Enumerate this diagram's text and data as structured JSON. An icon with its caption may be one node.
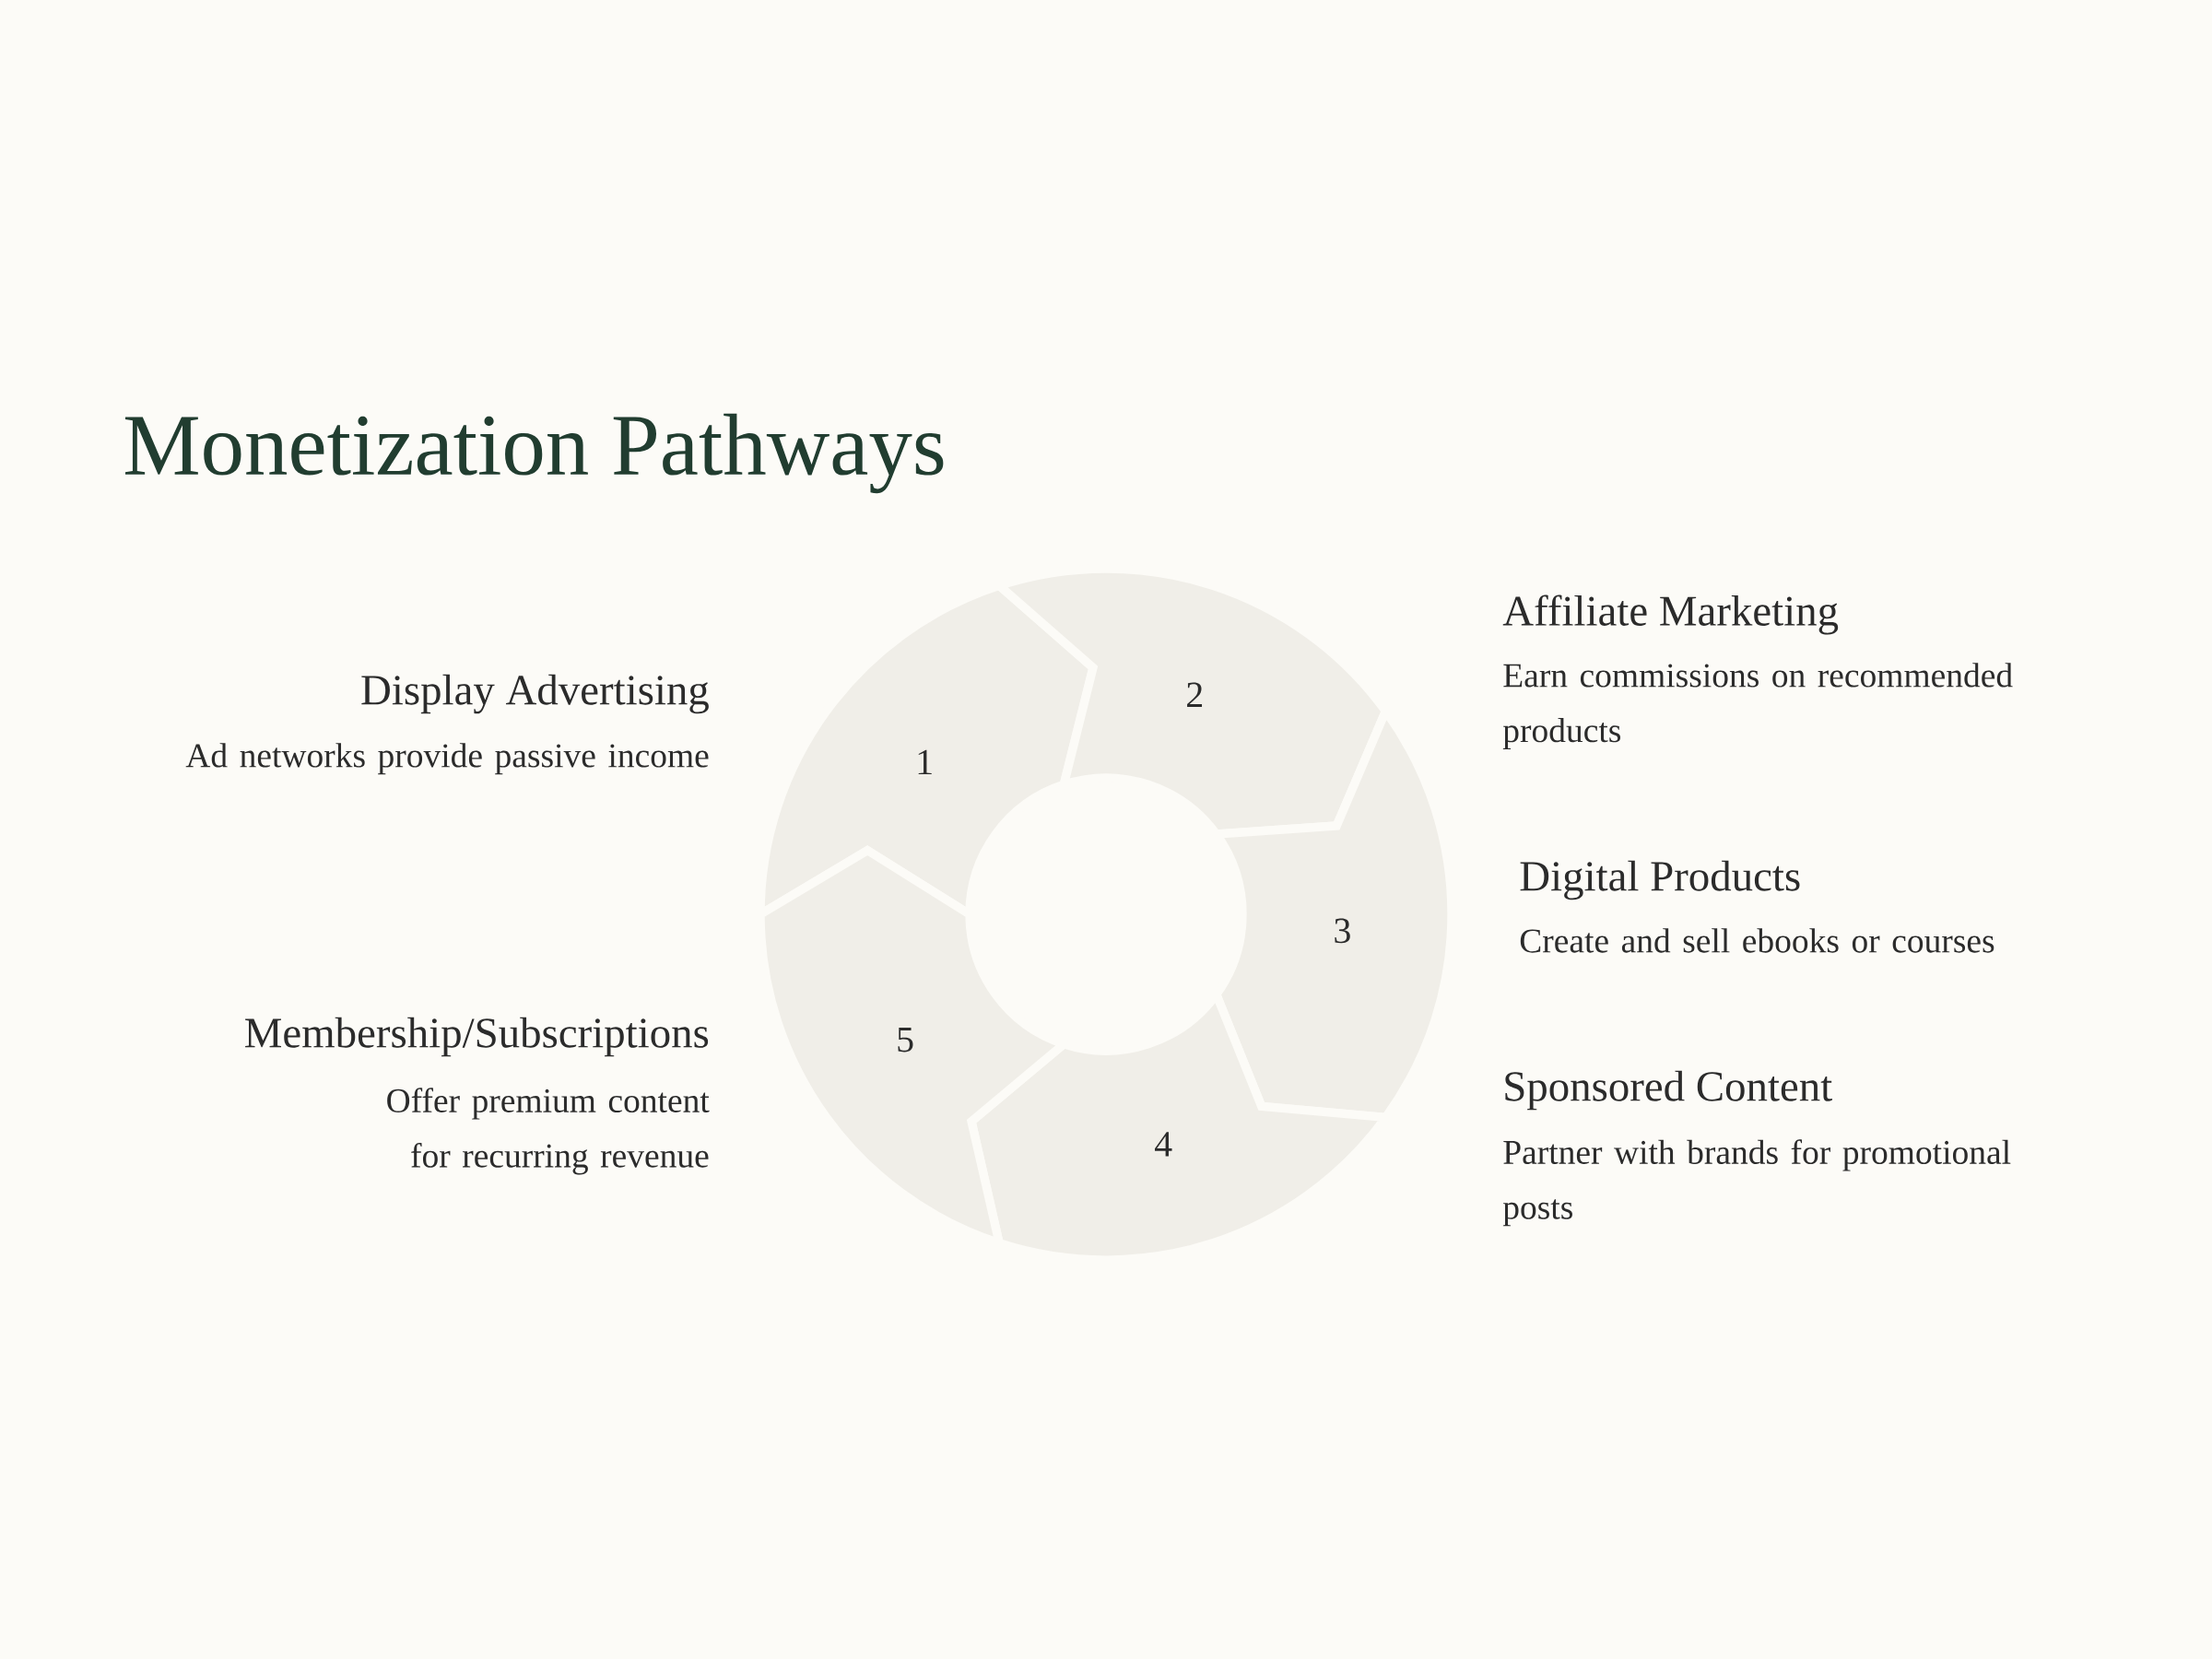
{
  "diagram": {
    "title": "Monetization Pathways",
    "nodes": [
      {
        "text": [
          "1"
        ],
        "beside": [
          "Display Advertising",
          "Ad networks provide passive income"
        ]
      },
      {
        "text": [
          "2"
        ],
        "beside": [
          "Affiliate Marketing",
          "Earn commissions on recommended products"
        ]
      },
      {
        "text": [
          "3"
        ],
        "beside": [
          "Digital Products",
          "Create and sell ebooks or courses"
        ]
      },
      {
        "text": [
          "4"
        ],
        "beside": [
          "Sponsored Content",
          "Partner with brands for promotional posts"
        ]
      },
      {
        "text": [
          "5"
        ],
        "beside": [
          "Membership/Subscriptions",
          "Offer premium content for recurring revenue"
        ]
      }
    ]
  }
}
